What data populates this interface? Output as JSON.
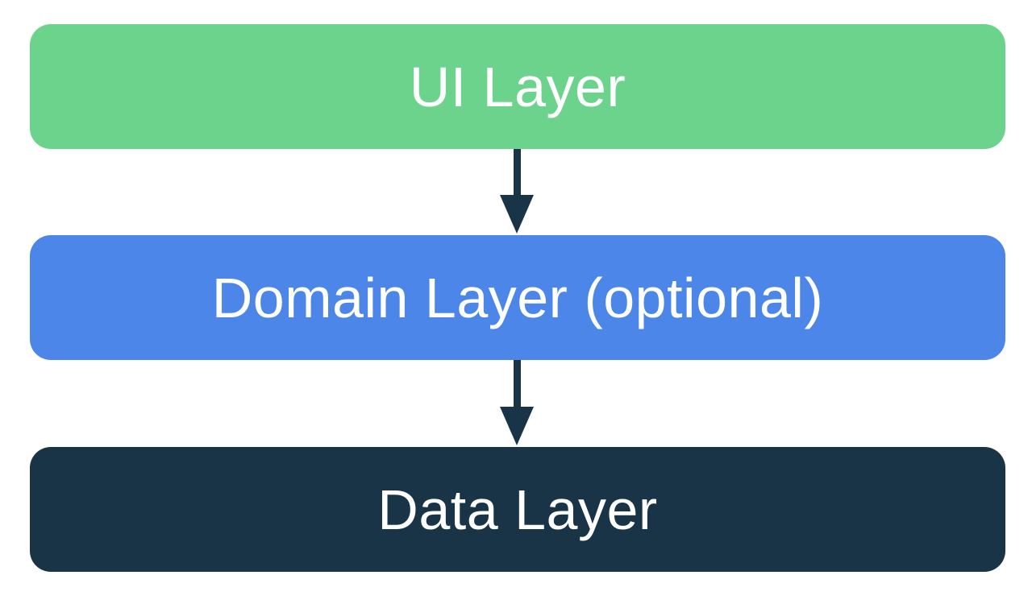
{
  "diagram": {
    "background_color": "#ffffff",
    "arrow_color": "#1a3447",
    "layers": [
      {
        "id": "ui",
        "label": "UI Layer",
        "color": "#6cd38c",
        "text_color": "#ffffff"
      },
      {
        "id": "domain",
        "label": "Domain Layer (optional)",
        "color": "#4c86e8",
        "text_color": "#ffffff"
      },
      {
        "id": "data",
        "label": "Data Layer",
        "color": "#1a3447",
        "text_color": "#ffffff"
      }
    ],
    "arrows": [
      {
        "from": "ui",
        "to": "domain"
      },
      {
        "from": "domain",
        "to": "data"
      }
    ]
  }
}
